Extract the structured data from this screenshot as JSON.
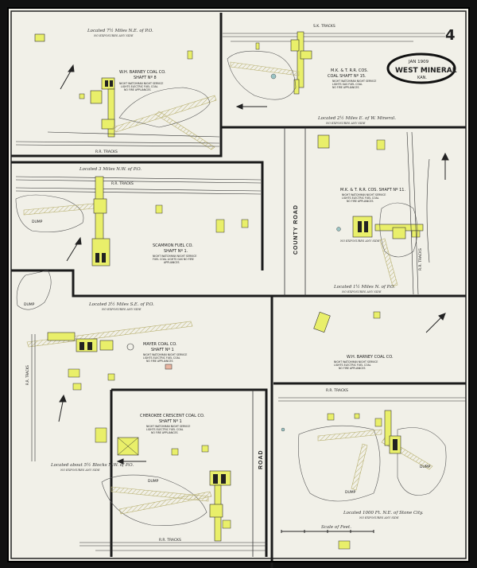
{
  "sheet": {
    "number": "4",
    "cartouche": {
      "date": "JAN 1909",
      "town": "WEST MINERAL",
      "state": "KAN."
    },
    "scale_label": "Scale of Feet.",
    "colors": {
      "paper": "#f1f0e8",
      "frame": "#1b1b1b",
      "frame_wood": "#e9ef6a",
      "frame_wood_dark": "#c9c23a",
      "brick": "#e8b4a0",
      "line": "#2a2a2a"
    }
  },
  "panels": {
    "p1": {
      "location": "Located 7½ Miles N.E. of P.O.",
      "exposure": "NO EXPOSURES ANY SIDE",
      "title": "W.H. BARNEY COAL CO.",
      "shaft": "SHAFT Nº 8",
      "notes": [
        "NIGHT WATCHMAN NIGHT SERVICE",
        "LIGHTS ELECTRIC FUEL COAL",
        "NO FIRE APPLIANCES"
      ],
      "track": "R.R. TRACKS"
    },
    "p2": {
      "track_top": "S.K. TRACKS",
      "title": "M.K. & T. R.R. COS.",
      "shaft": "COAL SHAFT Nº 15.",
      "notes": [
        "NIGHT WATCHMAN NIGHT SERVICE",
        "LIGHTS GAS FUEL COAL",
        "NO FIRE APPLIANCES"
      ],
      "location": "Located 2½ Miles E. of W. Mineral.",
      "exposure": "NO EXPOSURES ANY SIDE"
    },
    "p3": {
      "location": "Located 3 Miles N.W. of P.O.",
      "track": "R.R. TRACKS",
      "dump": "DUMP",
      "title": "SCAMMON FUEL CO.",
      "shaft": "SHAFT Nº 1.",
      "notes": [
        "NIGHT WATCHMAN NIGHT SERVICE",
        "FUEL COAL LIGHTS GAS NO FIRE",
        "APPLIANCES"
      ]
    },
    "p4": {
      "road": "COUNTY ROAD",
      "title": "M.K. & T. R.R. COS. SHAFT Nº 11.",
      "notes": [
        "NIGHT WATCHMAN NIGHT SERVICE",
        "LIGHTS ELECTRIC FUEL COAL",
        "NO FIRE APPLIANCES"
      ],
      "exposure": "NO EXPOSURES ANY SIDE",
      "track": "R.R. TRACKS",
      "location": "Located 1½ Miles N. of P.O.",
      "exposure2": "NO EXPOSURES ANY SIDE"
    },
    "p5": {
      "dump": "DUMP",
      "location": "Located 3½ Miles S.E. of P.O.",
      "exposure": "NO EXPOSURES ANY SIDE",
      "title": "MAYER COAL CO.",
      "shaft": "SHAFT Nº 1",
      "notes": [
        "NIGHT WATCHMAN NIGHT SERVICE",
        "LIGHTS ELECTRIC FUEL COAL",
        "NO FIRE APPLIANCES"
      ],
      "track": "R.R. TRACKS"
    },
    "p6": {
      "title": "W.H. BARNEY COAL CO.",
      "notes": [
        "NIGHT WATCHMAN NIGHT SERVICE",
        "LIGHTS ELECTRIC FUEL COAL",
        "NO FIRE APPLIANCES"
      ],
      "track": "R.R. TRACKS",
      "dump": "DUMP",
      "dump2": "DUMP",
      "location": "Located 1000 Ft. N.E. of Stone City.",
      "exposure": "NO EXPOSURES ANY SIDE"
    },
    "p7": {
      "title": "CHEROKEE CRESCENT COAL CO.",
      "shaft": "SHAFT Nº 1",
      "notes": [
        "NIGHT WATCHMAN NIGHT SERVICE",
        "LIGHTS ELECTRIC FUEL COAL",
        "NO FIRE APPLIANCES"
      ],
      "road": "ROAD",
      "dump": "DUMP",
      "track": "R.R. TRACKS",
      "location": "Located about 5½ Blocks N.W. of P.O.",
      "exposure": "NO EXPOSURES ANY SIDE"
    }
  }
}
